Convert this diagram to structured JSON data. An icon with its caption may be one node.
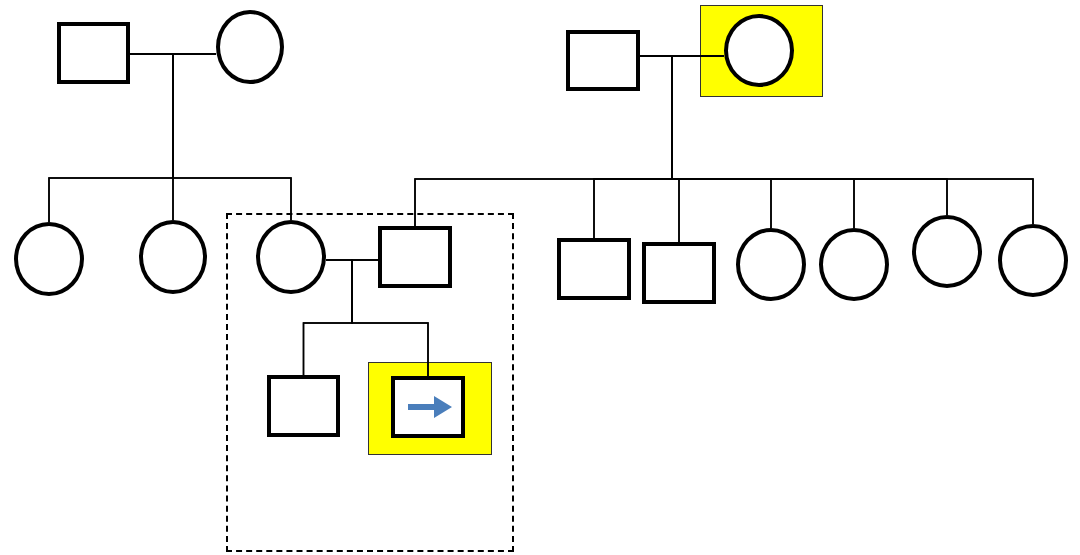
{
  "diagram": {
    "nodes": [
      {
        "text": [],
        "shape": "box"
      },
      {
        "text": [],
        "shape": "circle"
      },
      {
        "text": [],
        "shape": "box"
      },
      {
        "text": [],
        "shape": "box"
      },
      {
        "text": [],
        "shape": "circle",
        "in": 3
      },
      {
        "text": [],
        "shape": "circle"
      },
      {
        "text": [],
        "shape": "circle"
      },
      {
        "text": [],
        "shape": "box"
      },
      {
        "text": [],
        "shape": "circle",
        "in": 7
      },
      {
        "text": [],
        "shape": "box",
        "in": 7
      },
      {
        "text": [],
        "shape": "box"
      },
      {
        "text": [],
        "shape": "box"
      },
      {
        "text": [],
        "shape": "circle"
      },
      {
        "text": [],
        "shape": "circle"
      },
      {
        "text": [],
        "shape": "circle"
      },
      {
        "text": [],
        "shape": "circle"
      },
      {
        "text": [],
        "shape": "box",
        "in": 7
      },
      {
        "text": [],
        "shape": "box",
        "in": 7
      },
      {
        "text": [],
        "shape": "box",
        "in": 17
      }
    ],
    "edges": [
      {
        "from": 0,
        "to": 1,
        "arrow": "none"
      },
      {
        "from": 0,
        "to": 5,
        "arrow": "none"
      },
      {
        "from": 0,
        "to": 6,
        "arrow": "none"
      },
      {
        "from": 0,
        "to": 8,
        "arrow": "none"
      },
      {
        "from": 1,
        "to": 5,
        "arrow": "none"
      },
      {
        "from": 1,
        "to": 6,
        "arrow": "none"
      },
      {
        "from": 1,
        "to": 8,
        "arrow": "none"
      },
      {
        "from": 2,
        "to": 4,
        "arrow": "none"
      },
      {
        "from": 2,
        "to": 9,
        "arrow": "none"
      },
      {
        "from": 2,
        "to": 10,
        "arrow": "none"
      },
      {
        "from": 2,
        "to": 11,
        "arrow": "none"
      },
      {
        "from": 2,
        "to": 12,
        "arrow": "none"
      },
      {
        "from": 2,
        "to": 13,
        "arrow": "none"
      },
      {
        "from": 2,
        "to": 14,
        "arrow": "none"
      },
      {
        "from": 2,
        "to": 15,
        "arrow": "none"
      },
      {
        "from": 4,
        "to": 9,
        "arrow": "none"
      },
      {
        "from": 4,
        "to": 10,
        "arrow": "none"
      },
      {
        "from": 4,
        "to": 11,
        "arrow": "none"
      },
      {
        "from": 4,
        "to": 12,
        "arrow": "none"
      },
      {
        "from": 4,
        "to": 13,
        "arrow": "none"
      },
      {
        "from": 4,
        "to": 14,
        "arrow": "none"
      },
      {
        "from": 4,
        "to": 15,
        "arrow": "none"
      },
      {
        "from": 8,
        "to": 9,
        "arrow": "none"
      },
      {
        "from": 8,
        "to": 16,
        "arrow": "none"
      },
      {
        "from": 8,
        "to": 18,
        "arrow": "none"
      },
      {
        "from": 9,
        "to": 16,
        "arrow": "none"
      },
      {
        "from": 9,
        "to": 18,
        "arrow": "none"
      }
    ]
  }
}
